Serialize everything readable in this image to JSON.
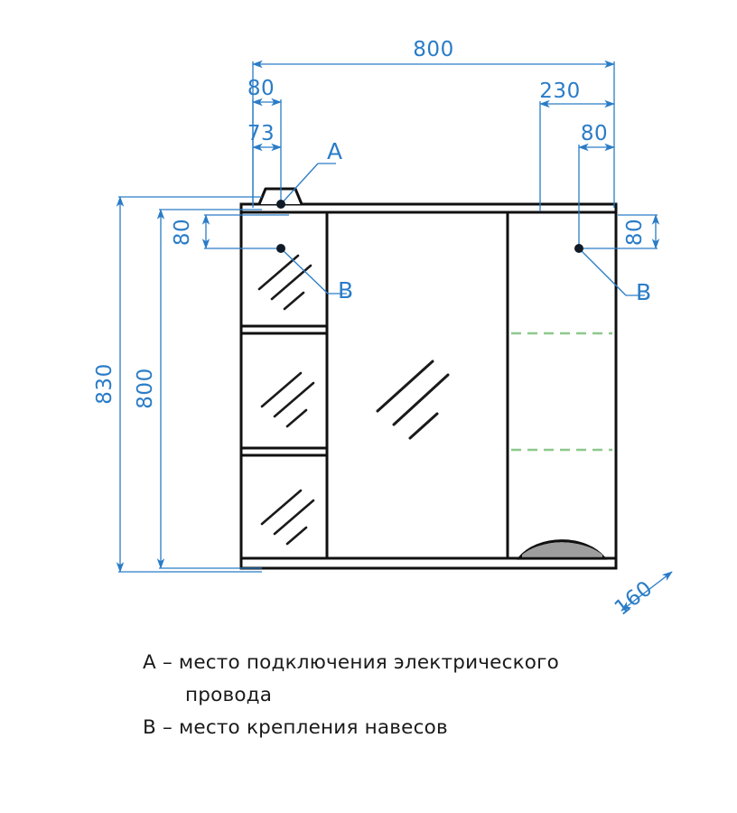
{
  "drawing": {
    "type": "technical-dimension-drawing",
    "subject": "bathroom mirror cabinet front elevation",
    "units": "mm"
  },
  "dimensions": {
    "overall_width": "800",
    "left_offset_outer": "80",
    "left_offset_inner": "73",
    "right_offset_outer": "230",
    "right_offset_inner": "80",
    "overall_height": "830",
    "body_height": "800",
    "mount_drop_left": "80",
    "mount_drop_right": "80",
    "depth": "160"
  },
  "callouts": {
    "a": "A",
    "b_left": "B",
    "b_right": "B"
  },
  "legend": {
    "line1": "А – место подключения электрического",
    "line2": "провода",
    "line3": "В – место крепления навесов"
  },
  "colors": {
    "dimension_blue": "#2a7cc7",
    "outline_black": "#101010",
    "shelf_green": "#8cc88c",
    "basin_gray": "#9e9e9e"
  }
}
